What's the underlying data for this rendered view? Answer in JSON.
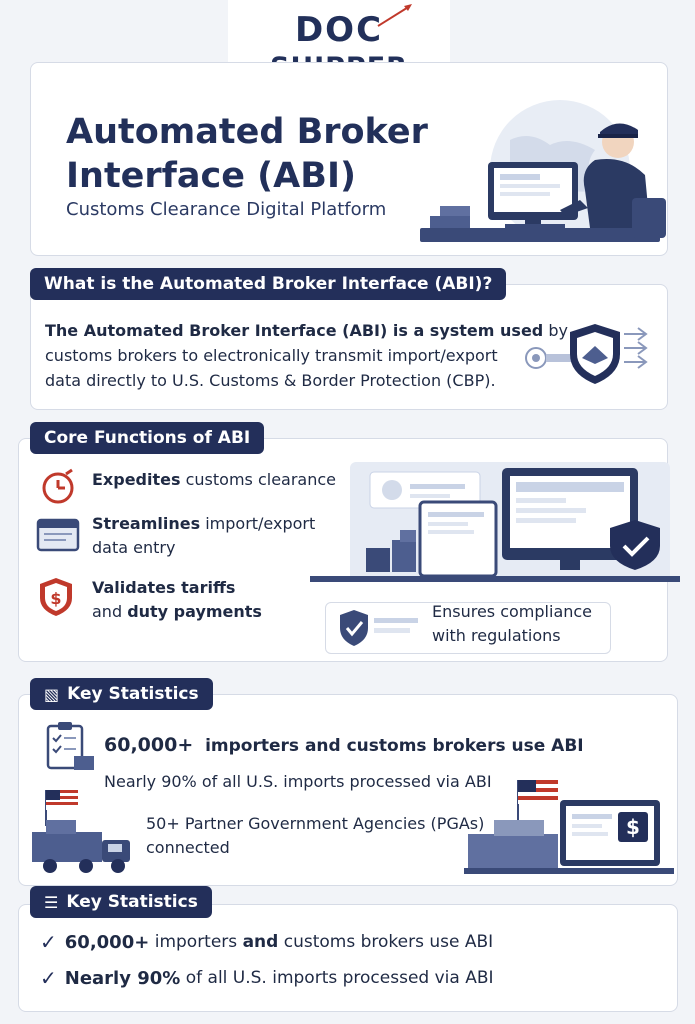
{
  "logo": {
    "line1": "DOC",
    "line2": "SHIPPER"
  },
  "hero": {
    "title_line1": "Automated Broker",
    "title_line2": "Interface (ABI)",
    "subtitle": "Customs Clearance Digital Platform"
  },
  "what_section": {
    "heading": "What is the Automated Broker Interface (ABI)?",
    "line1_bold": "The Automated Broker Interface (ABI) is a system used",
    "line1_tail": " by",
    "line2": "customs brokers to electronically transmit import/export",
    "line3": "data directly to U.S. Customs & Border Protection (CBP)."
  },
  "core_section": {
    "heading": "Core Functions of ABI",
    "items": [
      {
        "bold": "Expedites",
        "rest": " customs clearance",
        "icon": "clock-icon"
      },
      {
        "bold": "Streamlines",
        "rest": " import/export",
        "rest2": "data entry",
        "icon": "document-icon"
      },
      {
        "bold": "Validates tariffs",
        "rest2_pre": "and ",
        "rest2_bold": "duty payments",
        "icon": "dollar-shield-icon"
      }
    ],
    "compliance_line1": "Ensures compliance",
    "compliance_line2": "with regulations"
  },
  "stats_section": {
    "heading": "Key Statistics",
    "stat1_bold": "60,000+",
    "stat1_bold2": "importers and customs brokers use ABI",
    "stat2_pre": "Nearly 90%",
    "stat2_rest": " of all U.S. imports processed via ABI",
    "stat3_line1": "50+ Partner Government Agencies (PGAs)",
    "stat3_line2": "connected",
    "screen_symbol": "$"
  },
  "stats_section2": {
    "heading": "Key Statistics",
    "row1_bold": "60,000+",
    "row1_mid": " importers ",
    "row1_bold2": "and",
    "row1_rest": " customs brokers use ABI",
    "row2_bold": "Nearly 90%",
    "row2_rest": " of all U.S. imports processed via ABI"
  },
  "colors": {
    "navy": "#232f5a",
    "red": "#c0392b",
    "light_blue": "#dde4f0"
  }
}
